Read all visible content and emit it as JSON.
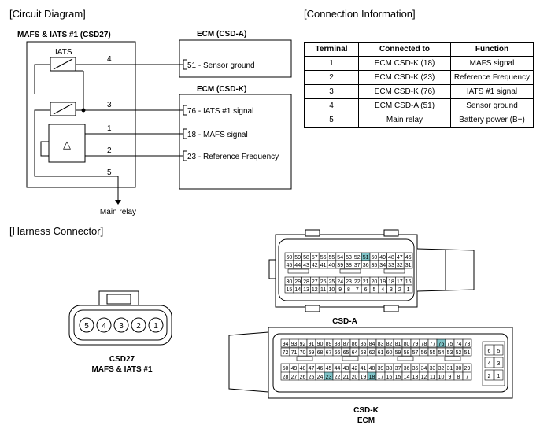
{
  "sections": {
    "circuit": "[Circuit Diagram]",
    "connection": "[Connection Information]",
    "harness": "[Harness Connector]"
  },
  "circuit": {
    "sensor_title": "MAFS & IATS #1 (CSD27)",
    "iats_label": "IATS",
    "ecm_a_title": "ECM (CSD-A)",
    "ecm_k_title": "ECM (CSD-K)",
    "wire_numbers": [
      "4",
      "3",
      "1",
      "2",
      "5"
    ],
    "sensor_ground": {
      "pin": "51",
      "text": " - Sensor ground"
    },
    "iats_signal": {
      "pin": "76",
      "text": " - IATS #1 signal"
    },
    "mafs_signal": {
      "pin": "18",
      "text": " - MAFS signal"
    },
    "ref_freq": {
      "pin": "23",
      "text": " - Reference Frequency"
    },
    "main_relay": "Main relay",
    "delta_symbol": "△"
  },
  "connection_table": {
    "headers": [
      "Terminal",
      "Connected to",
      "Function"
    ],
    "rows": [
      [
        "1",
        "ECM CSD-K (18)",
        "MAFS signal"
      ],
      [
        "2",
        "ECM CSD-K (23)",
        "Reference Frequency"
      ],
      [
        "3",
        "ECM CSD-K (76)",
        "IATS #1 signal"
      ],
      [
        "4",
        "ECM CSD-A (51)",
        "Sensor ground"
      ],
      [
        "5",
        "Main relay",
        "Battery power (B+)"
      ]
    ]
  },
  "harness": {
    "csd27": {
      "pins": [
        "5",
        "4",
        "3",
        "2",
        "1"
      ],
      "caption_line1": "CSD27",
      "caption_line2": "MAFS & IATS #1"
    },
    "csd_a": {
      "caption": "CSD-A",
      "row1": [
        "60",
        "59",
        "58",
        "57",
        "56",
        "55",
        "54",
        "53",
        "52",
        "51",
        "50",
        "49",
        "48",
        "47",
        "46"
      ],
      "row2": [
        "45",
        "44",
        "43",
        "42",
        "41",
        "40",
        "39",
        "38",
        "37",
        "36",
        "35",
        "34",
        "33",
        "32",
        "31"
      ],
      "row3": [
        "30",
        "29",
        "28",
        "27",
        "26",
        "25",
        "24",
        "23",
        "22",
        "21",
        "20",
        "19",
        "18",
        "17",
        "16"
      ],
      "row4": [
        "15",
        "14",
        "13",
        "12",
        "11",
        "10",
        "9",
        "8",
        "7",
        "6",
        "5",
        "4",
        "3",
        "2",
        "1"
      ],
      "highlight": [
        "51"
      ]
    },
    "csd_k": {
      "caption_line1": "CSD-K",
      "caption_line2": "ECM",
      "row1": [
        "94",
        "93",
        "92",
        "91",
        "90",
        "89",
        "88",
        "87",
        "86",
        "85",
        "84",
        "83",
        "82",
        "81",
        "80",
        "79",
        "78",
        "77",
        "76",
        "75",
        "74",
        "73"
      ],
      "row2": [
        "72",
        "71",
        "70",
        "69",
        "68",
        "67",
        "66",
        "65",
        "64",
        "63",
        "62",
        "61",
        "60",
        "59",
        "58",
        "57",
        "56",
        "55",
        "54",
        "53",
        "52",
        "51"
      ],
      "row3": [
        "50",
        "49",
        "48",
        "47",
        "46",
        "45",
        "44",
        "43",
        "42",
        "41",
        "40",
        "39",
        "38",
        "37",
        "36",
        "35",
        "34",
        "33",
        "32",
        "31",
        "30",
        "29"
      ],
      "row4": [
        "28",
        "27",
        "26",
        "25",
        "24",
        "23",
        "22",
        "21",
        "20",
        "19",
        "18",
        "17",
        "16",
        "15",
        "14",
        "13",
        "12",
        "11",
        "10",
        "9",
        "8",
        "7"
      ],
      "side": [
        "6",
        "5",
        "4",
        "3",
        "2",
        "1"
      ],
      "highlight": [
        "76",
        "23",
        "18"
      ]
    }
  },
  "colors": {
    "highlight": "#7fc4c8"
  }
}
